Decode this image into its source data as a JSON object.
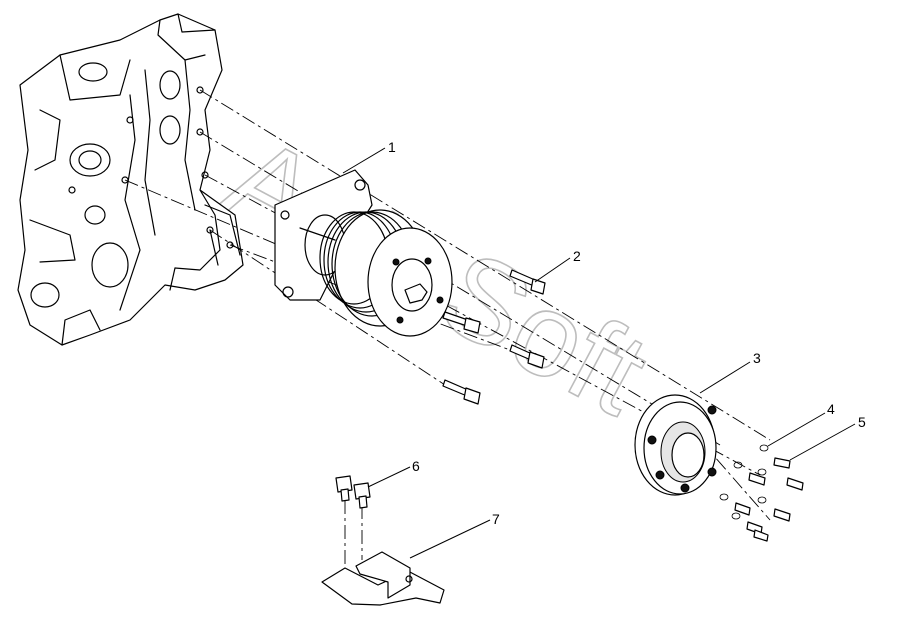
{
  "watermark": "AutoSoft",
  "callouts": [
    {
      "id": "1",
      "label": "1"
    },
    {
      "id": "2",
      "label": "2"
    },
    {
      "id": "3",
      "label": "3"
    },
    {
      "id": "4",
      "label": "4"
    },
    {
      "id": "5",
      "label": "5"
    },
    {
      "id": "6",
      "label": "6"
    },
    {
      "id": "7",
      "label": "7"
    }
  ],
  "colors": {
    "line": "#000000",
    "background": "#ffffff",
    "watermark": "#bdbdbd"
  }
}
